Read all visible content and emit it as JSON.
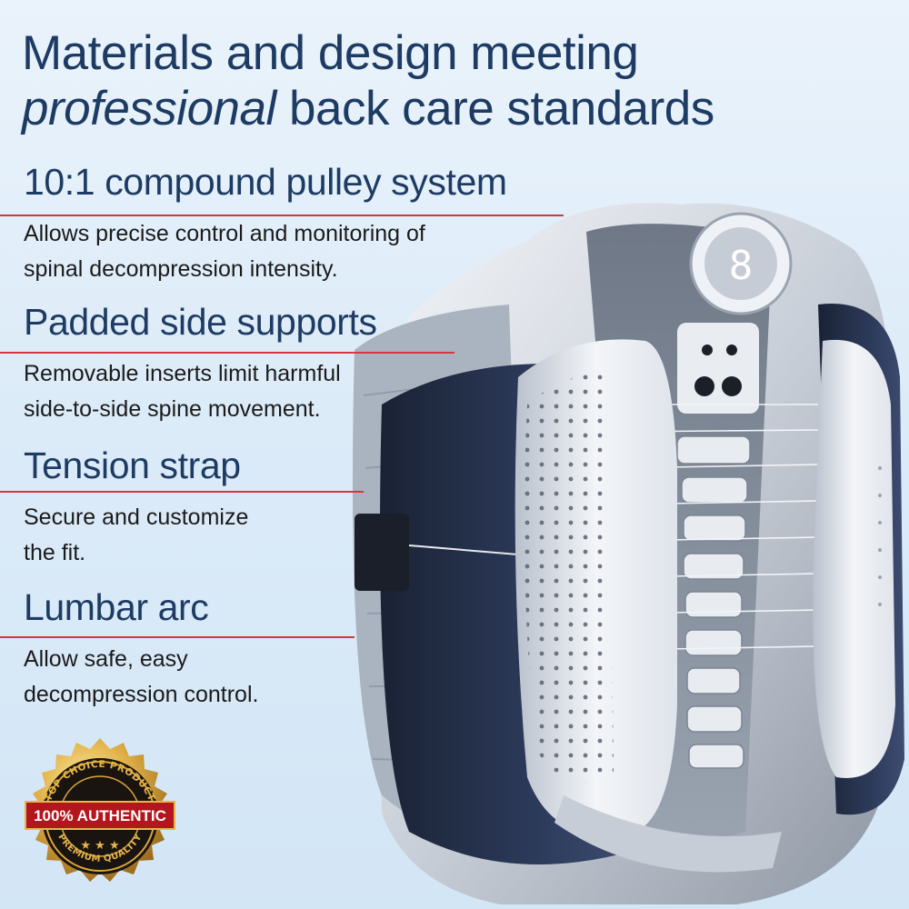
{
  "headline": {
    "line1": "Materials and design meeting",
    "line2_emphasis": "professional",
    "line2_rest": " back care standards"
  },
  "features": [
    {
      "title": "10:1 compound pulley system",
      "desc": [
        "Allows precise control and monitoring of",
        "spinal decompression intensity."
      ]
    },
    {
      "title": "Padded side supports",
      "desc": [
        "Removable inserts limit harmful",
        "side-to-side spine movement."
      ]
    },
    {
      "title": "Tension strap",
      "desc": [
        "Secure and customize",
        "the fit."
      ]
    },
    {
      "title": "Lumbar arc",
      "desc": [
        "Allow safe, easy",
        "decompression control."
      ]
    }
  ],
  "badge": {
    "arc_top": "TOP CHOICE PRODUCT",
    "center": "100% AUTHENTIC",
    "arc_bottom": "PREMIUM QUALITY",
    "stars": "★ ★ ★"
  },
  "colors": {
    "heading": "#1d3b63",
    "rule": "#cf3a3f",
    "badge_ribbon": "#b3161c",
    "badge_gold": "#d8a63a"
  }
}
